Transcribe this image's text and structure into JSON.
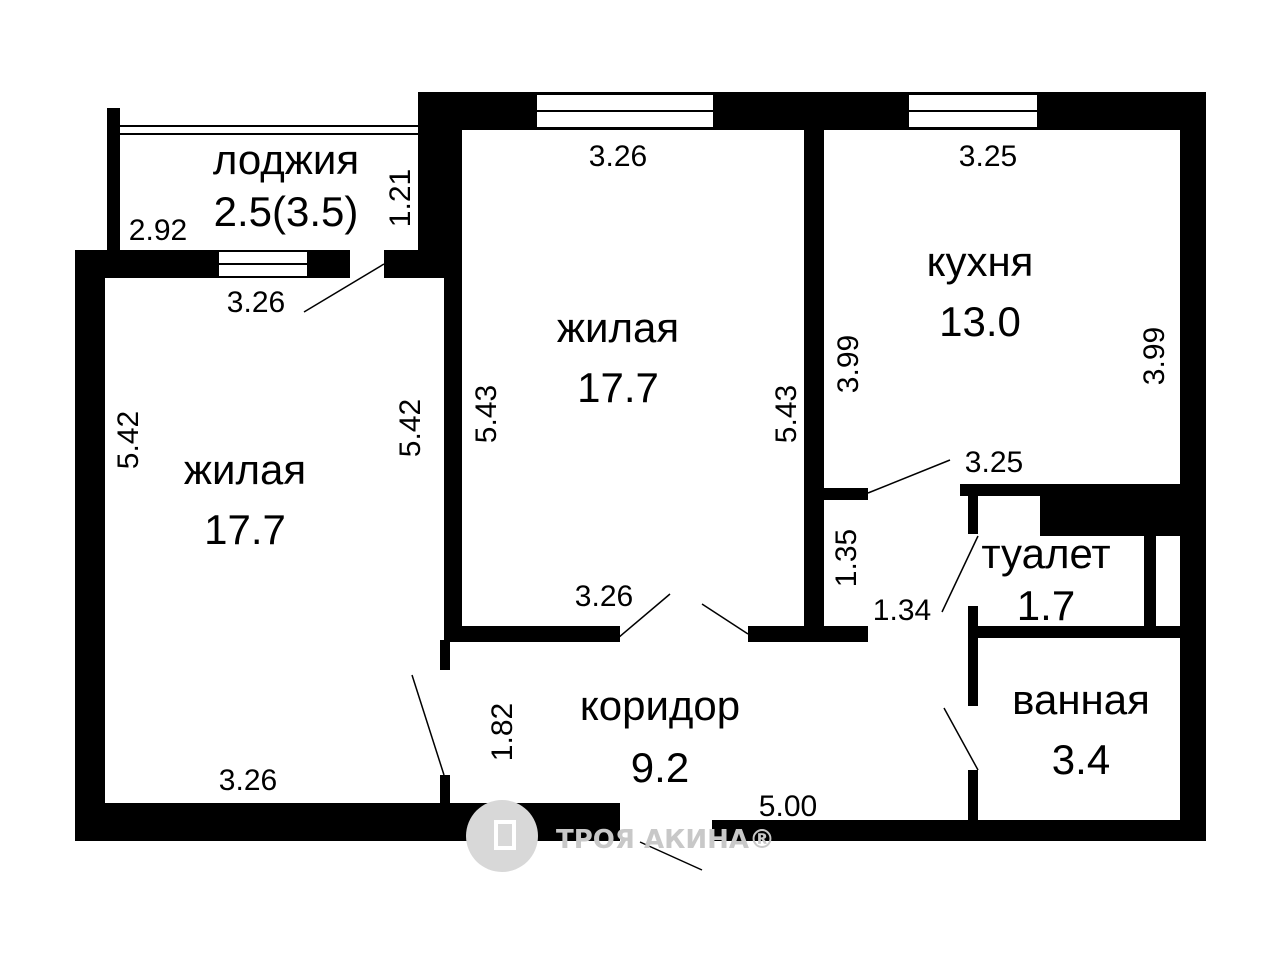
{
  "colors": {
    "wall": "#000000",
    "background": "#ffffff",
    "watermark": "#c8c8c8"
  },
  "rooms": {
    "loggia": {
      "name": "лоджия",
      "area": "2.5(3.5)"
    },
    "living1": {
      "name": "жилая",
      "area": "17.7"
    },
    "living2": {
      "name": "жилая",
      "area": "17.7"
    },
    "kitchen": {
      "name": "кухня",
      "area": "13.0"
    },
    "toilet": {
      "name": "туалет",
      "area": "1.7"
    },
    "bathroom": {
      "name": "ванная",
      "area": "3.4"
    },
    "corridor": {
      "name": "коридор",
      "area": "9.2"
    }
  },
  "dims": {
    "loggia_width": "2.92",
    "loggia_depth": "1.21",
    "living1_top": "3.26",
    "living1_left": "5.42",
    "living1_right": "5.42",
    "living1_bottom": "3.26",
    "living2_top": "3.26",
    "living2_left": "5.43",
    "living2_right": "5.43",
    "living2_bottom": "3.26",
    "kitchen_top": "3.25",
    "kitchen_left": "3.99",
    "kitchen_right": "3.99",
    "kitchen_bottom": "3.25",
    "hall_small_height": "1.35",
    "hall_small_width": "1.34",
    "corridor_height": "1.82",
    "corridor_width": "5.00"
  },
  "watermark": {
    "text": "ТРОЯ АКИНА®",
    "icon": "building-logo-icon"
  }
}
